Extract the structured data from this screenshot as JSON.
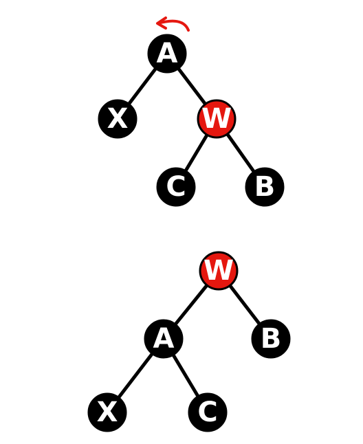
{
  "colors": {
    "black_node": "#000000",
    "red_node": "#e5170f",
    "edge": "#000000",
    "label": "#ffffff",
    "arrow": "#e5170f"
  },
  "before": {
    "rotation_indicator_icon": "counterclockwise-arrow-icon",
    "nodes": {
      "a": {
        "label": "A",
        "color": "black"
      },
      "x": {
        "label": "X",
        "color": "black"
      },
      "w": {
        "label": "W",
        "color": "red"
      },
      "c": {
        "label": "C",
        "color": "black"
      },
      "b": {
        "label": "B",
        "color": "black"
      }
    },
    "edges": [
      [
        "A",
        "X"
      ],
      [
        "A",
        "W"
      ],
      [
        "W",
        "C"
      ],
      [
        "W",
        "B"
      ]
    ]
  },
  "after": {
    "nodes": {
      "w": {
        "label": "W",
        "color": "red"
      },
      "a": {
        "label": "A",
        "color": "black"
      },
      "b": {
        "label": "B",
        "color": "black"
      },
      "x": {
        "label": "X",
        "color": "black"
      },
      "c": {
        "label": "C",
        "color": "black"
      }
    },
    "edges": [
      [
        "W",
        "A"
      ],
      [
        "W",
        "B"
      ],
      [
        "A",
        "X"
      ],
      [
        "A",
        "C"
      ]
    ]
  }
}
